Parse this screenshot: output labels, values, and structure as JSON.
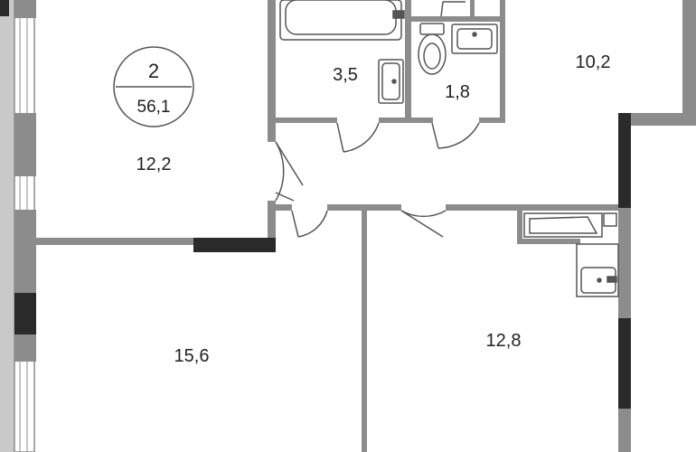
{
  "apartment": {
    "rooms": "2",
    "total_area": "56,1"
  },
  "rooms": [
    {
      "id": "living-room-top",
      "area": "12,2"
    },
    {
      "id": "bathroom",
      "area": "3,5"
    },
    {
      "id": "toilet",
      "area": "1,8"
    },
    {
      "id": "kitchen",
      "area": "10,2"
    },
    {
      "id": "living-room-bottom",
      "area": "15,6"
    },
    {
      "id": "bedroom",
      "area": "12,8"
    }
  ],
  "colors": {
    "wall": "#8c8c8c",
    "wall_dark": "#2a2a2a",
    "fixture": "#555555"
  }
}
